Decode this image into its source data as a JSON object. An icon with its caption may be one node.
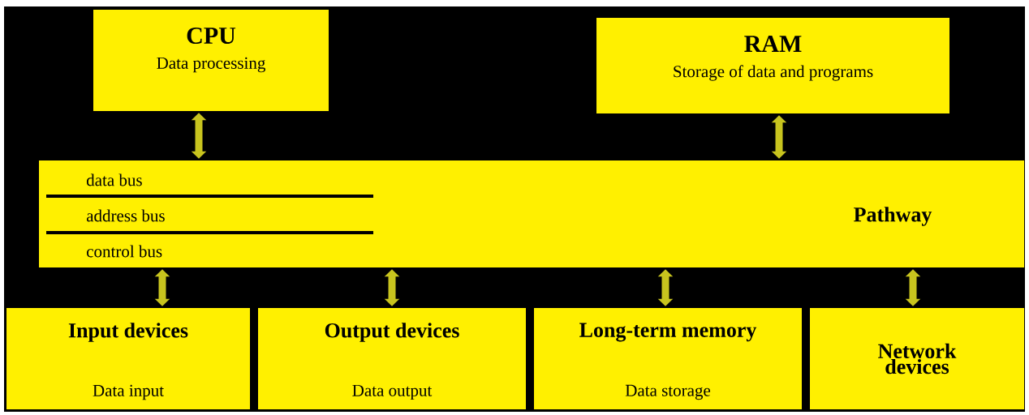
{
  "diagram": {
    "nodes": [
      {
        "text": [
          "CPU",
          "Data processing"
        ]
      },
      {
        "text": [
          "RAM",
          "Storage of data and programs"
        ]
      },
      {
        "text": [
          "data bus",
          "address bus",
          "control bus",
          "Pathway"
        ]
      },
      {
        "text": [
          "Input devices",
          "Data input"
        ]
      },
      {
        "text": [
          "Output devices",
          "Data output"
        ]
      },
      {
        "text": [
          "Long-term memory",
          "Data storage"
        ]
      },
      {
        "text": [
          "Network devices"
        ]
      }
    ],
    "edges": [
      {
        "from": 0,
        "to": 2,
        "arrow": "both"
      },
      {
        "from": 1,
        "to": 2,
        "arrow": "both"
      },
      {
        "from": 3,
        "to": 2,
        "arrow": "both"
      },
      {
        "from": 4,
        "to": 2,
        "arrow": "both"
      },
      {
        "from": 5,
        "to": 2,
        "arrow": "both"
      },
      {
        "from": 6,
        "to": 2,
        "arrow": "both"
      }
    ]
  }
}
